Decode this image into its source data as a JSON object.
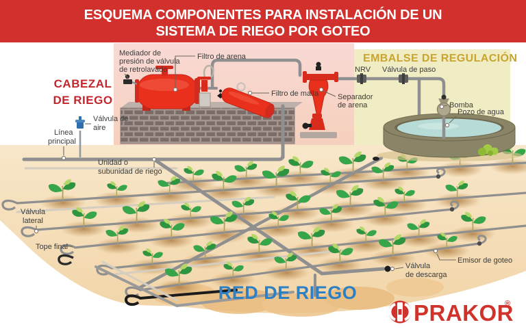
{
  "header": {
    "line1": "ESQUEMA COMPONENTES PARA INSTALACIÓN DE UN",
    "line2": "SISTEMA DE RIEGO POR GOTEO"
  },
  "sections": {
    "cabezal_line1": "CABEZAL",
    "cabezal_line2": "DE RIEGO",
    "embalse": "EMBALSE DE REGULACIÓN",
    "red_riego": "RED DE RIEGO"
  },
  "labels": {
    "mediador_l1": "Mediador de",
    "mediador_l2": "presión de válvula",
    "mediador_l3": "de retrolavado",
    "filtro_arena": "Filtro de arena",
    "filtro_malla": "Filtro de malla",
    "separador_l1": "Separador",
    "separador_l2": "de arena",
    "nrv": "NRV",
    "valvula_paso": "Válvula de paso",
    "bomba": "Bomba",
    "pozo_agua": "Pozo de agua",
    "valvula_aire_l1": "Válvula de",
    "valvula_aire_l2": "aire",
    "linea_principal_l1": "Línea",
    "linea_principal_l2": "principal",
    "unidad_l1": "Unidad o",
    "unidad_l2": "subunidad de riego",
    "valvula_lateral_l1": "Válvula",
    "valvula_lateral_l2": "lateral",
    "tope_final": "Tope final",
    "valvula_descarga_l1": "Válvula",
    "valvula_descarga_l2": "de descarga",
    "emisor_goteo": "Emisor de goteo"
  },
  "logo": {
    "name": "PRAKOR",
    "registered": "®"
  },
  "colors": {
    "header_red": "#d2302c",
    "section_red": "#c1272d",
    "embalse_gold": "#c9a42e",
    "network_blue": "#2e80c2",
    "logo_red": "#d0332b",
    "equipment_red": "#e8301d",
    "pipe_gray": "#8f8f8f"
  }
}
